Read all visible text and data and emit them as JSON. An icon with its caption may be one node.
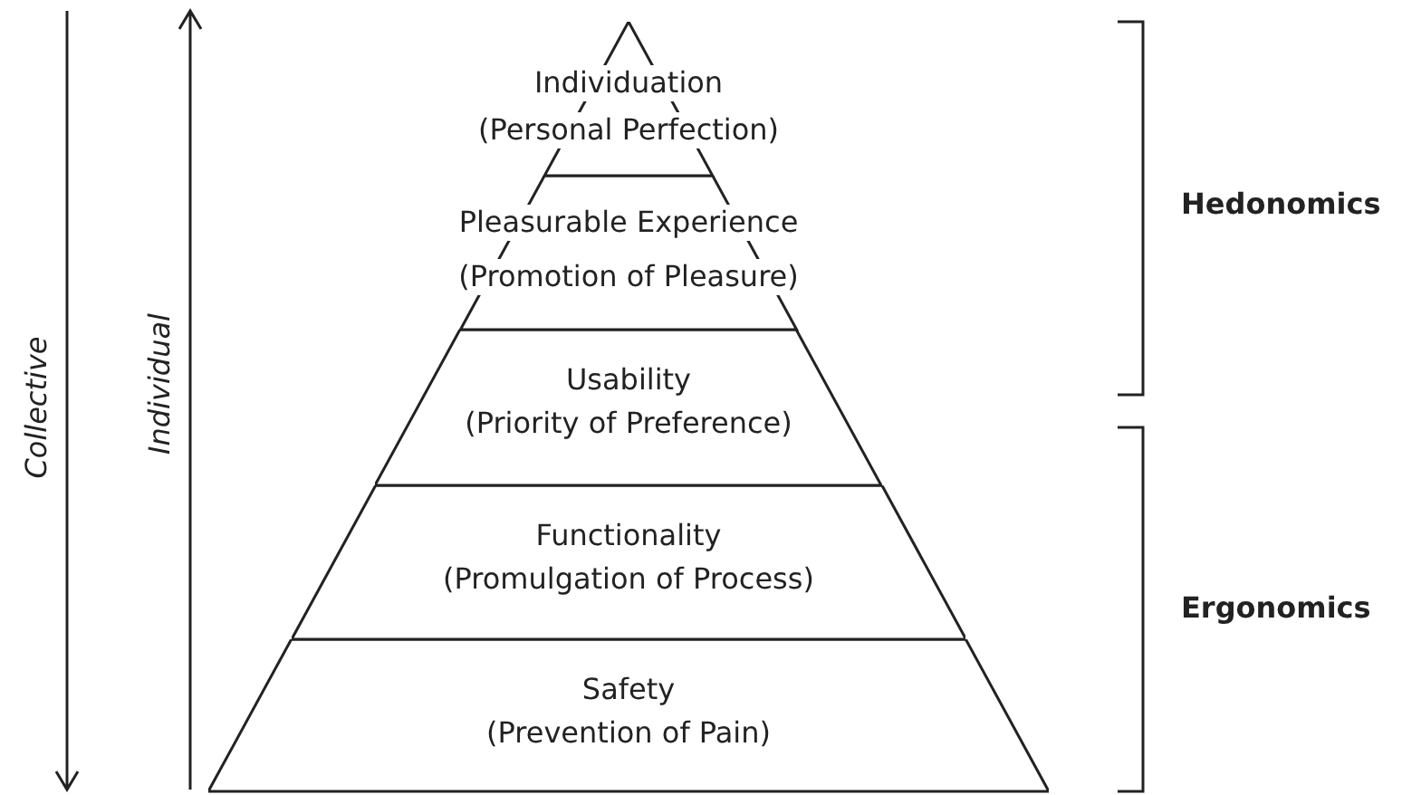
{
  "diagram": {
    "nodes": [
      {
        "text": [
          "Individuation",
          "(Personal Perfection)"
        ]
      },
      {
        "text": [
          "Pleasurable Experience",
          "(Promotion of Pleasure)"
        ]
      },
      {
        "text": [
          "Usability",
          "(Priority of Preference)"
        ]
      },
      {
        "text": [
          "Functionality",
          "(Promulgation of Process)"
        ]
      },
      {
        "text": [
          "Safety",
          "(Prevention of Pain)"
        ]
      }
    ],
    "edges": [],
    "labels": [
      "Collective",
      "Individual",
      "Hedonomics",
      "Ergonomics"
    ]
  }
}
